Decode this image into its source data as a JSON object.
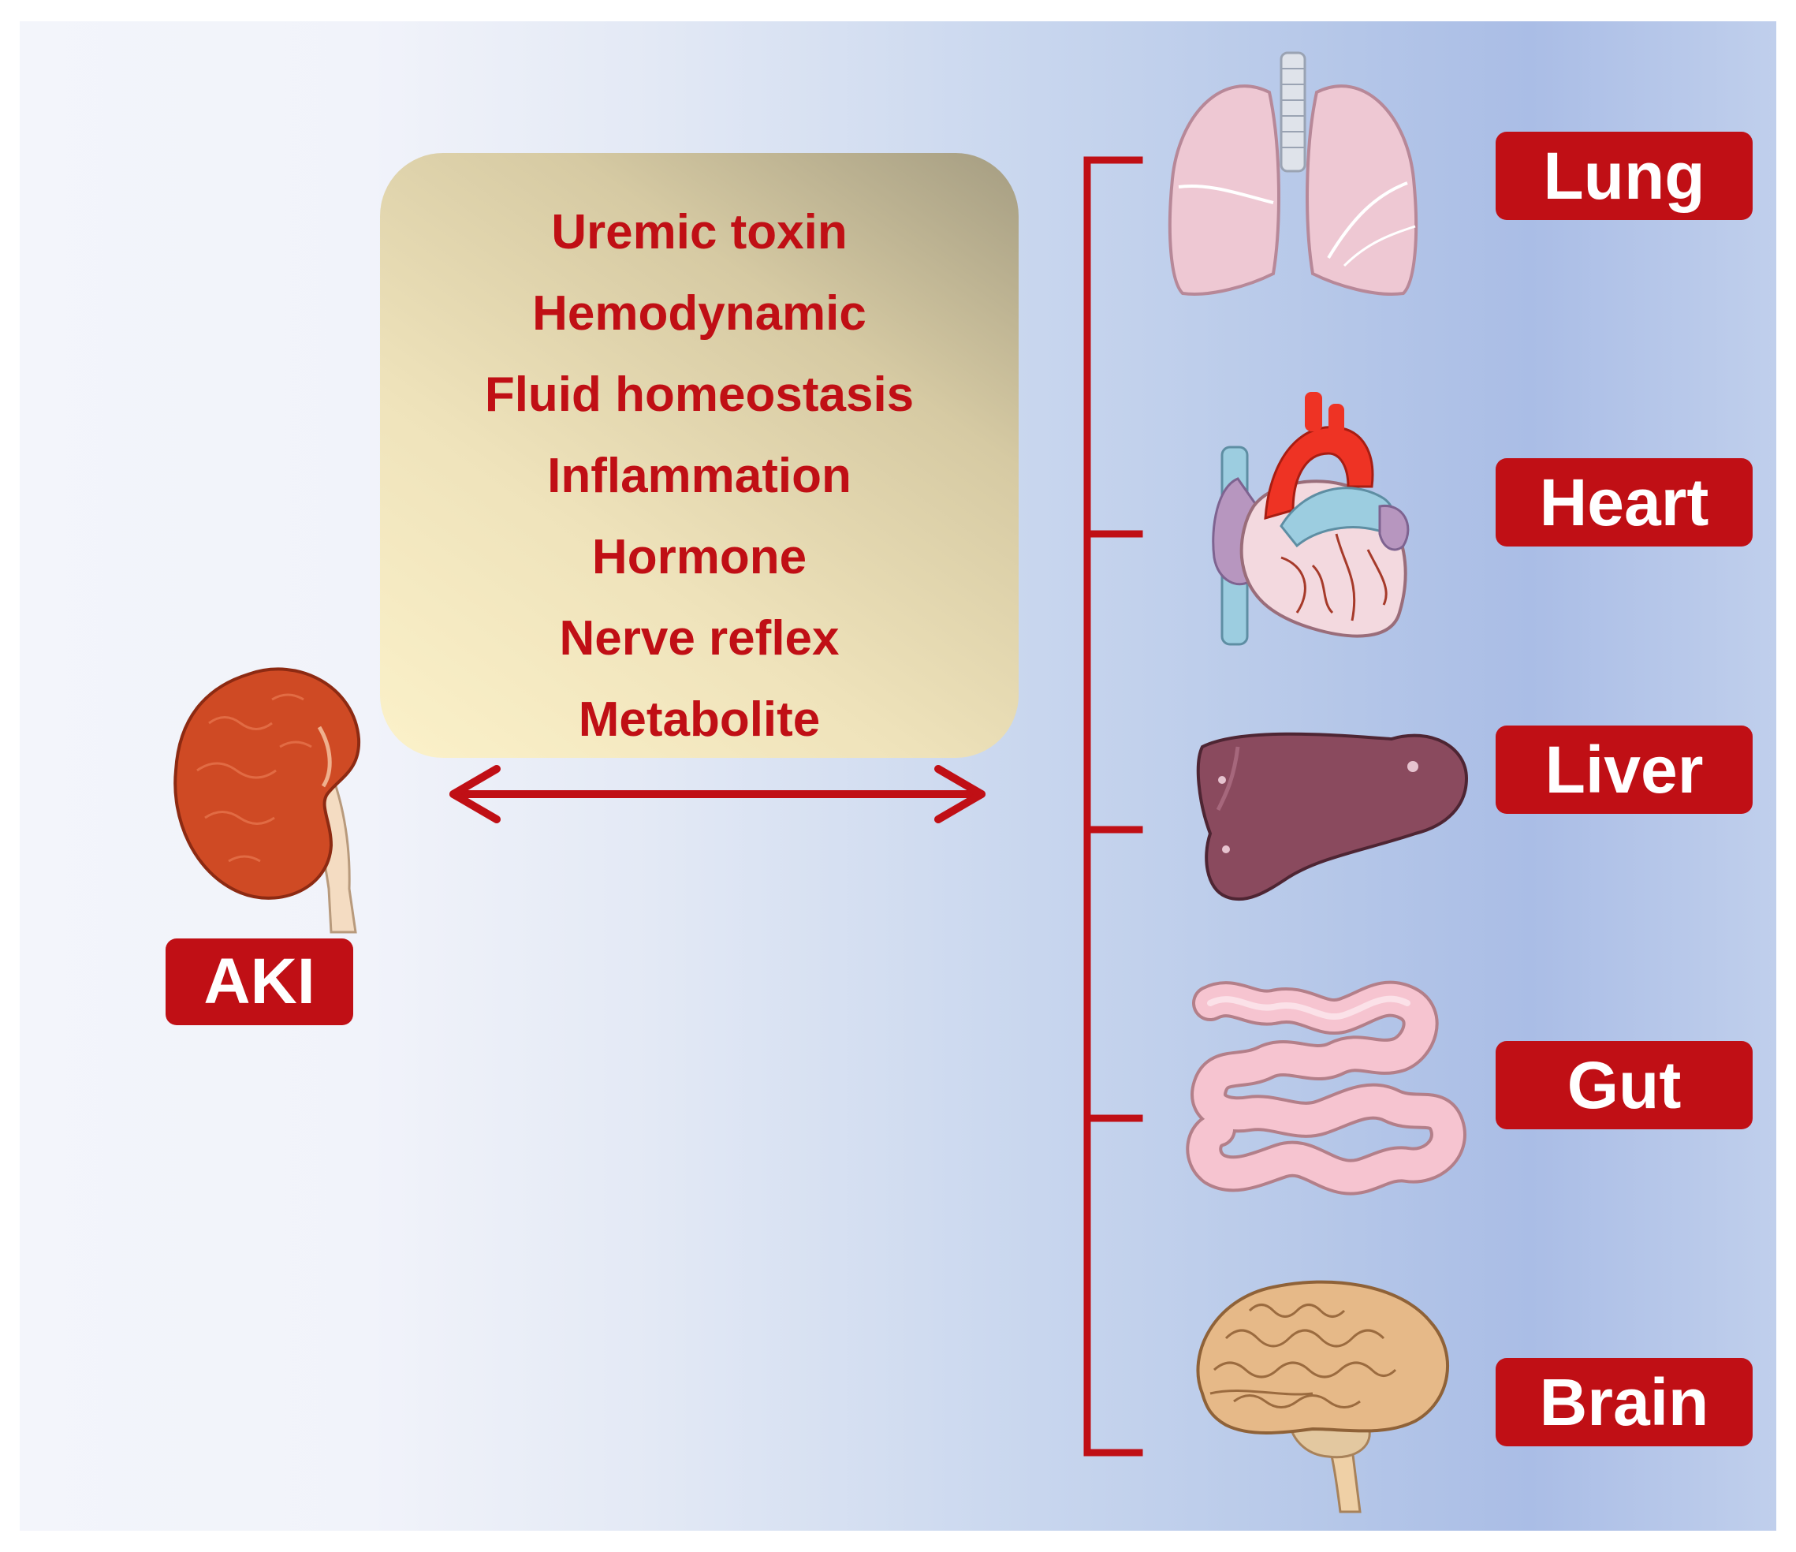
{
  "source": {
    "label": "AKI",
    "organ_icon": "kidney-icon"
  },
  "mediators": [
    "Uremic toxin",
    "Hemodynamic",
    "Fluid homeostasis",
    "Inflammation",
    "Hormone",
    "Nerve reflex",
    "Metabolite"
  ],
  "connector": "bidirectional-arrow-icon",
  "targets": [
    {
      "label": "Lung",
      "icon": "lungs-icon"
    },
    {
      "label": "Heart",
      "icon": "heart-icon"
    },
    {
      "label": "Liver",
      "icon": "liver-icon"
    },
    {
      "label": "Gut",
      "icon": "intestine-icon"
    },
    {
      "label": "Brain",
      "icon": "brain-icon"
    }
  ],
  "colors": {
    "accent_red": "#c00f15",
    "kidney": "#cf4a24",
    "lung": "#eec8d3",
    "heart_aorta": "#ee3324",
    "heart_vessel": "#9ccde0",
    "liver": "#8a4a5e",
    "gut": "#f6c4d0",
    "brain": "#e6b988"
  }
}
